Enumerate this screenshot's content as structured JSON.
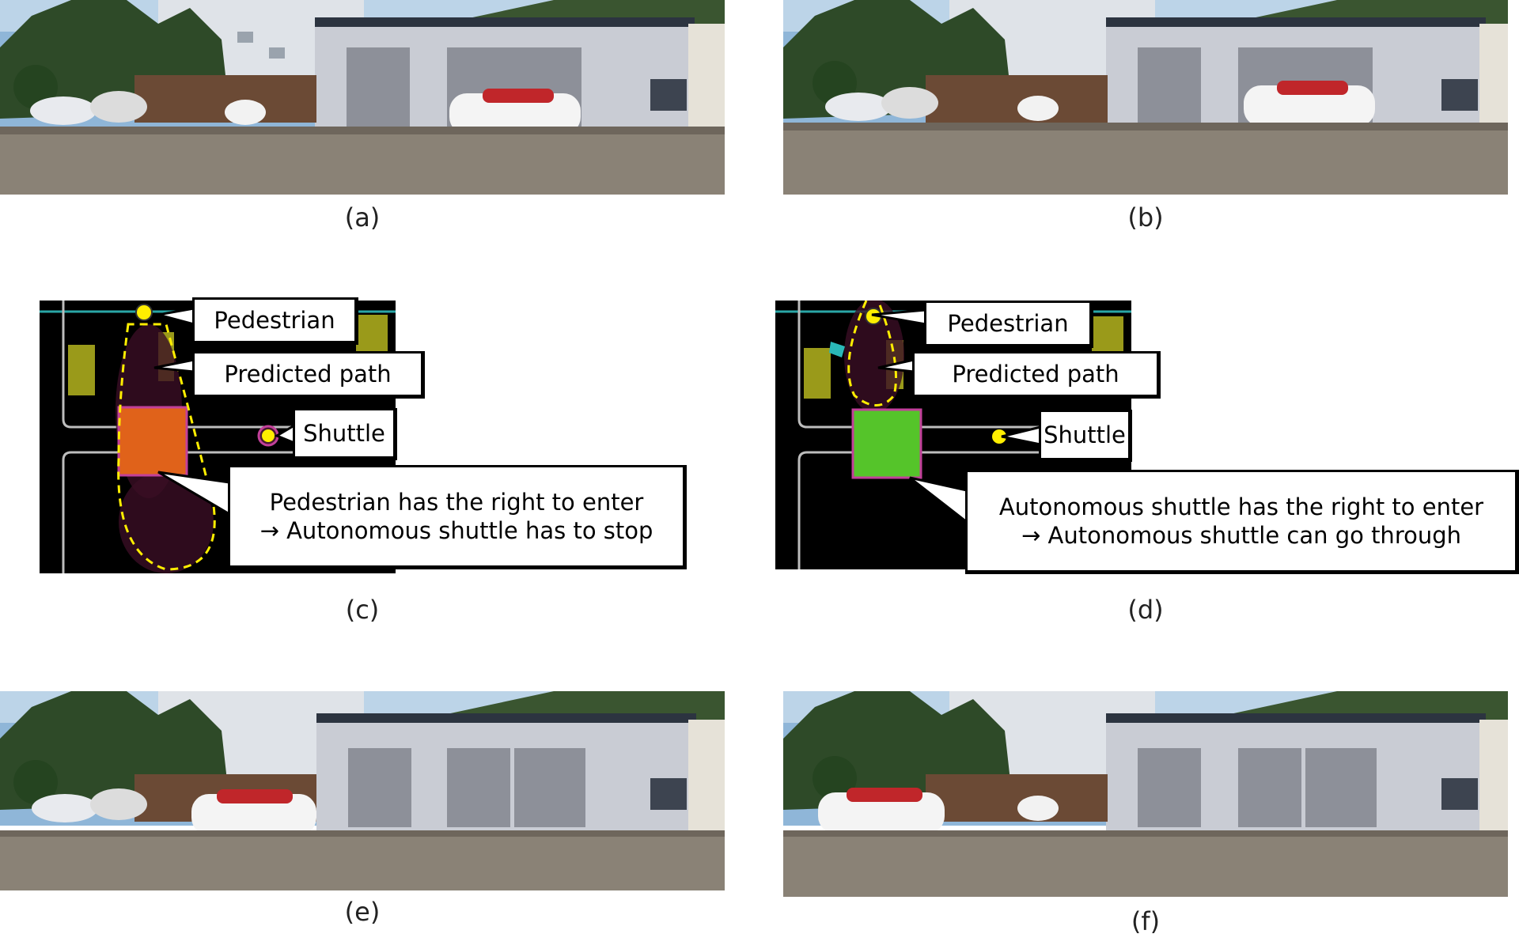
{
  "captions": {
    "a": "(a)",
    "b": "(b)",
    "c": "(c)",
    "d": "(d)",
    "e": "(e)",
    "f": "(f)"
  },
  "panel_c": {
    "pedestrian_label": "Pedestrian",
    "path_label": "Predicted path",
    "shuttle_label": "Shuttle",
    "message_line1": "Pedestrian has the right to enter",
    "message_line2": "→ Autonomous shuttle has to stop",
    "zone_color": "#e0621a"
  },
  "panel_d": {
    "pedestrian_label": "Pedestrian",
    "path_label": "Predicted path",
    "shuttle_label": "Shuttle",
    "message_line1": "Autonomous shuttle has the right to enter",
    "message_line2": "→ Autonomous shuttle can go through",
    "zone_color": "#55c42a"
  },
  "colors": {
    "pedestrian_dot": "#ffee00",
    "path_dash": "#ffee00",
    "building": "#9a9a1a",
    "lane": "#bdbdbd"
  }
}
